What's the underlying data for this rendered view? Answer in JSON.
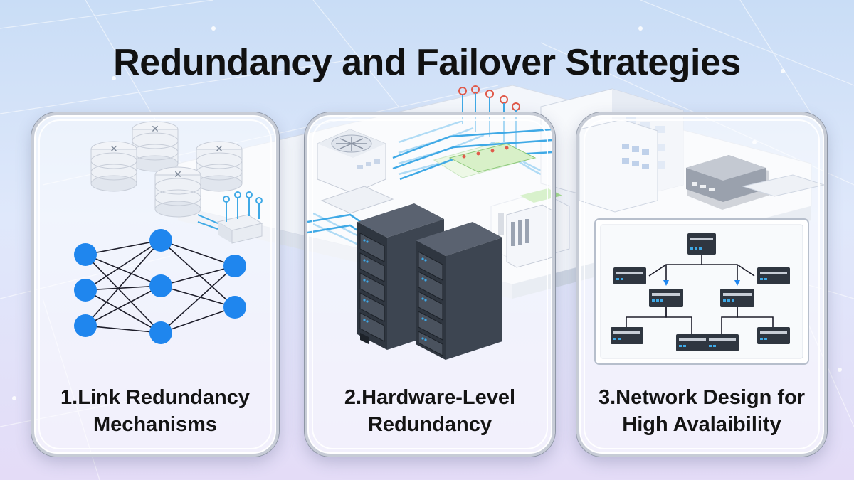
{
  "title": "Redundancy and Failover Strategies",
  "cards": [
    {
      "line1": "1.Link Redundancy",
      "line2": "Mechanisms",
      "icon": "mesh-network-icon"
    },
    {
      "line1": "2.Hardware-Level",
      "line2": "Redundancy",
      "icon": "server-rack-icon"
    },
    {
      "line1": "3.Network Design for",
      "line2": "High Avalaibility",
      "icon": "topology-diagram-icon"
    }
  ],
  "colors": {
    "node_blue": "#1f86ee",
    "rack_dark": "#2f3640",
    "accent_line": "#3fa9e6"
  }
}
